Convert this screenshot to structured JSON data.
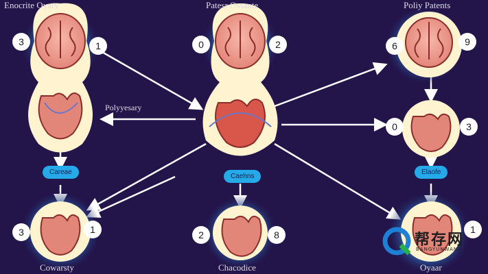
{
  "labels": {
    "top_left_title": "Enocrite Oyary",
    "top_center_title": "Patesr Ovtante",
    "top_right_title": "Poliy Patents",
    "mid_left_arrow_label": "Polyyesary",
    "bottom_left_caption": "Cowarsty",
    "bottom_center_caption": "Chacodice",
    "bottom_right_caption": "Oyaar"
  },
  "pills": {
    "left": "Careae",
    "center": "Caehns",
    "right": "Elaofe"
  },
  "numbers": {
    "tl_left": "3",
    "tl_right": "1",
    "tc_left": "0",
    "tc_right": "2",
    "tr_left": "6",
    "tr_right": "9",
    "mr_left": "0",
    "mr_right": "3",
    "bl_left": "3",
    "bl_right": "1",
    "bc_left": "2",
    "bc_right": "8",
    "br_right": "1"
  },
  "watermark": {
    "text": "帮存网",
    "sub": "BANGYUNWANG"
  },
  "colors": {
    "background": "#23144a",
    "organ_fill": "#f2a89a",
    "organ_outline": "#8a2c2c",
    "cream": "#fff4cf",
    "pill": "#25a9e8",
    "glow": "#1f5b9c"
  }
}
